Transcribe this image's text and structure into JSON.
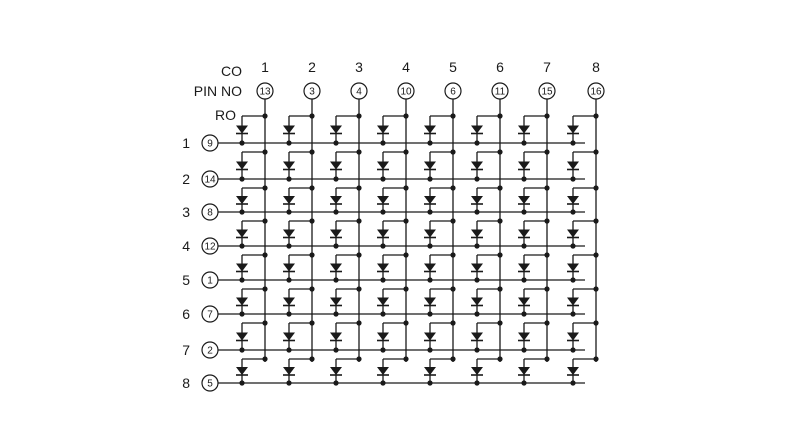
{
  "labels": {
    "co": "CO",
    "pin_no": "PIN NO",
    "ro": "RO"
  },
  "columns": [
    {
      "index": "1",
      "pin": "13"
    },
    {
      "index": "2",
      "pin": "3"
    },
    {
      "index": "3",
      "pin": "4"
    },
    {
      "index": "4",
      "pin": "10"
    },
    {
      "index": "5",
      "pin": "6"
    },
    {
      "index": "6",
      "pin": "11"
    },
    {
      "index": "7",
      "pin": "15"
    },
    {
      "index": "8",
      "pin": "16"
    }
  ],
  "rows": [
    {
      "index": "1",
      "pin": "9"
    },
    {
      "index": "2",
      "pin": "14"
    },
    {
      "index": "3",
      "pin": "8"
    },
    {
      "index": "4",
      "pin": "12"
    },
    {
      "index": "5",
      "pin": "1"
    },
    {
      "index": "6",
      "pin": "7"
    },
    {
      "index": "7",
      "pin": "2"
    },
    {
      "index": "8",
      "pin": "5"
    }
  ]
}
